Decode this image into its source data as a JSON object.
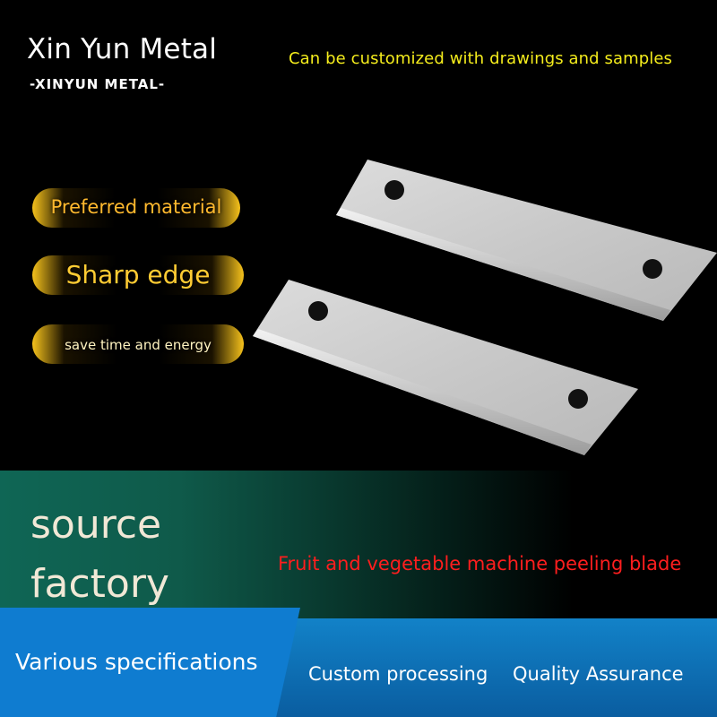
{
  "header": {
    "brand": "Xin Yun Metal",
    "brand_sub": "-XINYUN METAL-",
    "tagline": "Can be customized with drawings and samples"
  },
  "features": [
    "Preferred material",
    "Sharp edge",
    "save time and energy"
  ],
  "source_factory": {
    "line1": "source",
    "line2": "factory"
  },
  "product_name": "Fruit and vegetable machine peeling blade",
  "footer": {
    "left": "Various specifications",
    "middle": "Custom processing",
    "right": "Quality Assurance"
  },
  "colors": {
    "background": "#000000",
    "tagline": "#f4ec1c",
    "pill_gold": "#f6c21c",
    "product_red": "#ff1e1e",
    "footer_blue": "#1282c8",
    "band_green": "#0f6655"
  }
}
